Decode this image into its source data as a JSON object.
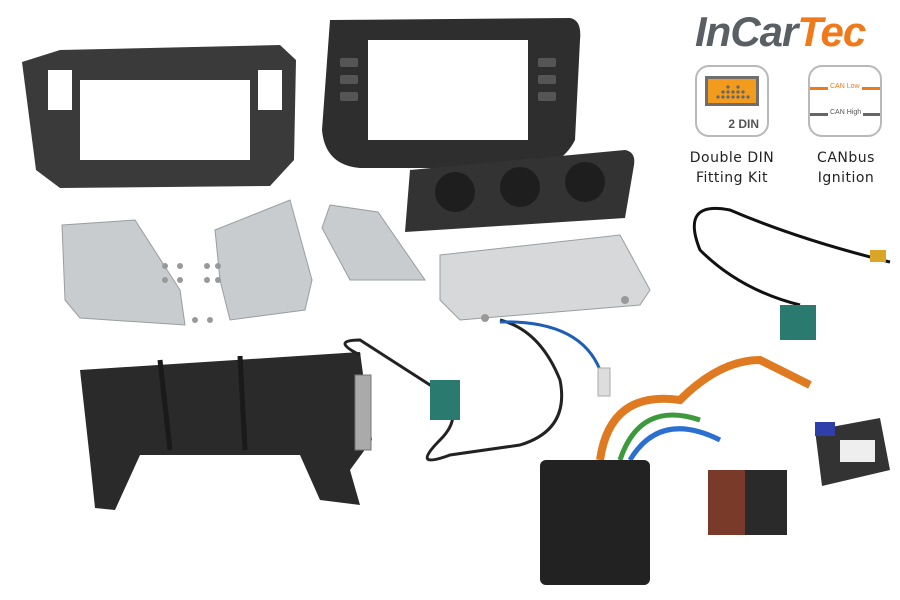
{
  "brand": {
    "part1": "InCar",
    "part2": "Tec",
    "color_primary": "#5a5f63",
    "color_accent": "#f07a1a"
  },
  "badges": [
    {
      "icon": "double-din-screen-icon",
      "icon_text": "2 DIN",
      "label_line1": "Double DIN",
      "label_line2": "Fitting Kit"
    },
    {
      "icon": "canbus-lines-icon",
      "line1_text": "CAN Low",
      "line2_text": "CAN High",
      "label_line1": "CANbus",
      "label_line2": "Ignition"
    }
  ],
  "products": [
    "double-din-frame",
    "radio-bezel",
    "climate-control-panel",
    "mounting-brackets",
    "screws",
    "storage-pocket",
    "antenna-adapter",
    "fakra-extension-cable",
    "iso-wiring-harness",
    "canbus-interface-module"
  ]
}
